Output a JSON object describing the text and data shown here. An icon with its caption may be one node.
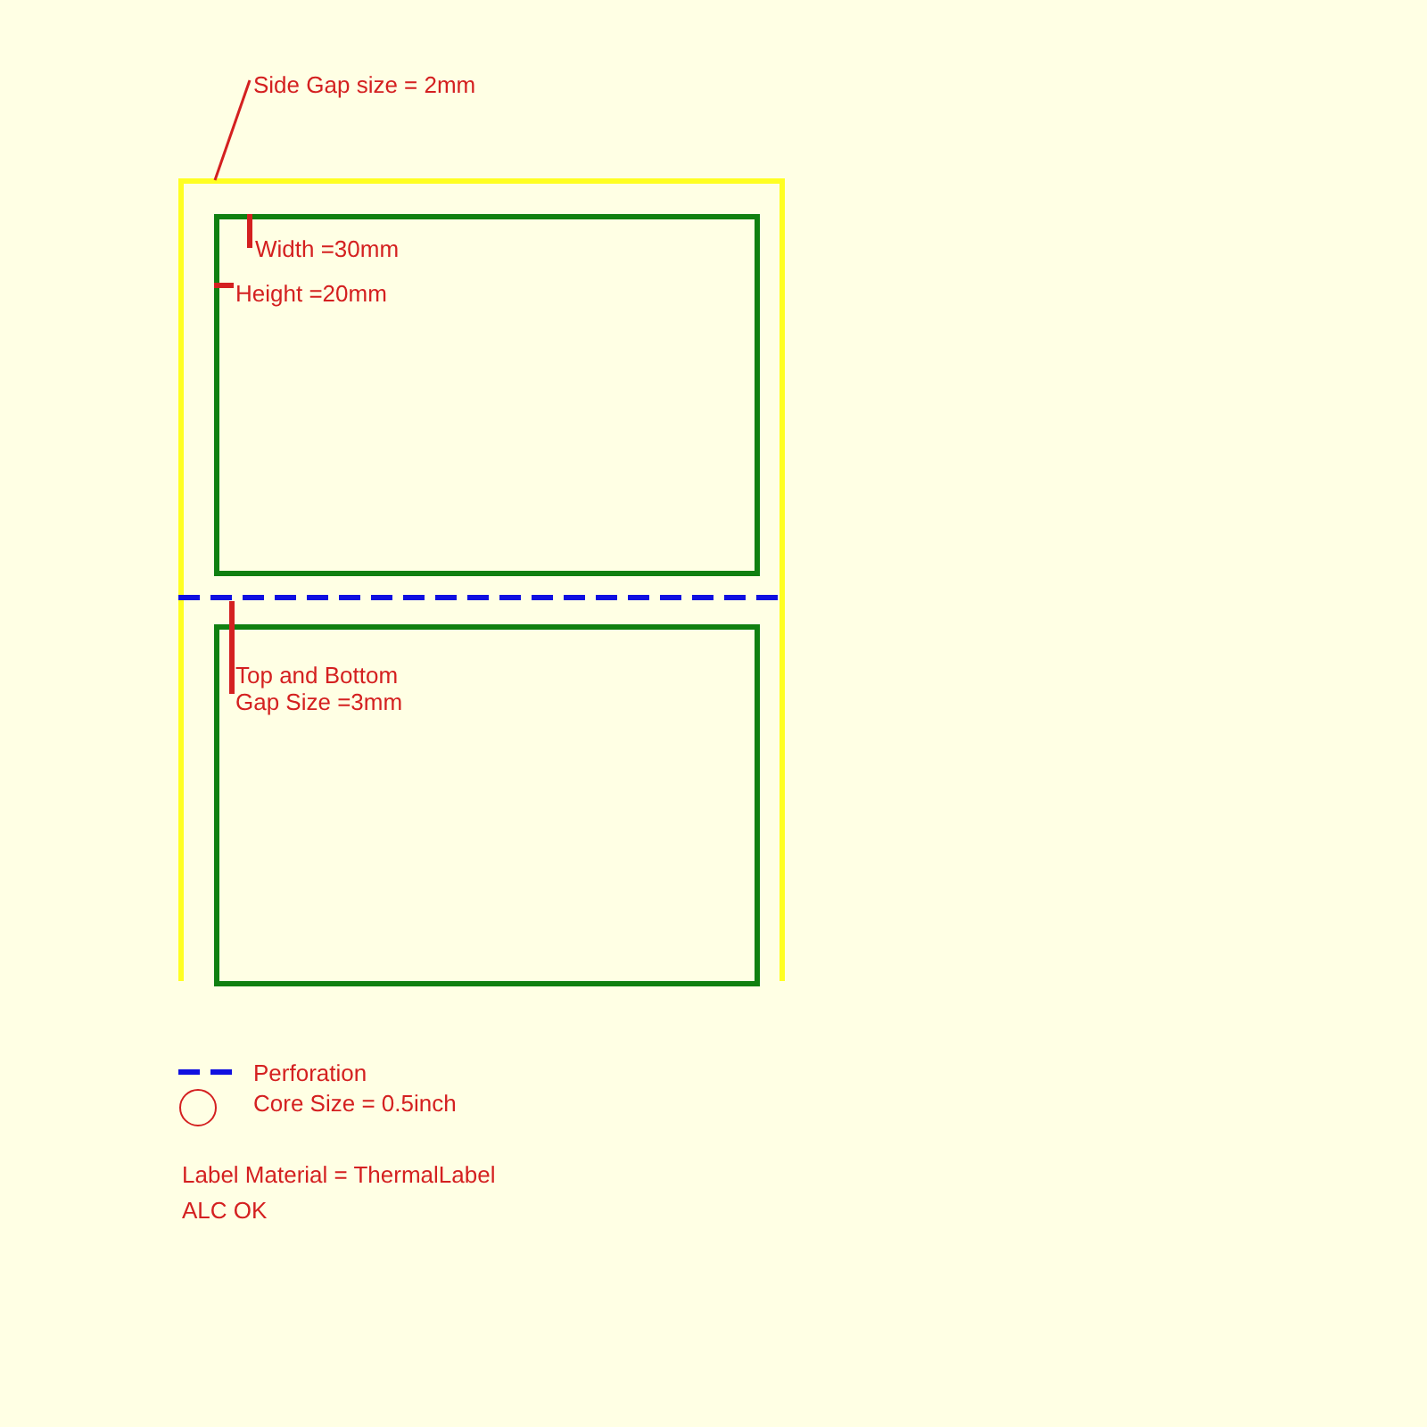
{
  "diagram": {
    "nodes": [
      {
        "text": [],
        "shape": "box"
      },
      {
        "text": [
          "Width =30mm",
          "Height =20mm"
        ],
        "in": 0
      },
      {
        "text": [
          "Top and Bottom Gap Size =3mm"
        ],
        "in": 0
      },
      {
        "text": [
          "Side Gap size = 2mm"
        ]
      }
    ],
    "edges": [
      {
        "from": 3,
        "to": 0,
        "arrow": "none"
      }
    ],
    "labels": [
      "Label Material = ThermalLabel",
      "ALC OK"
    ],
    "legend": [
      {
        "text": "Perforation"
      },
      {
        "text": "Core Size = 0.5inch"
      }
    ]
  }
}
